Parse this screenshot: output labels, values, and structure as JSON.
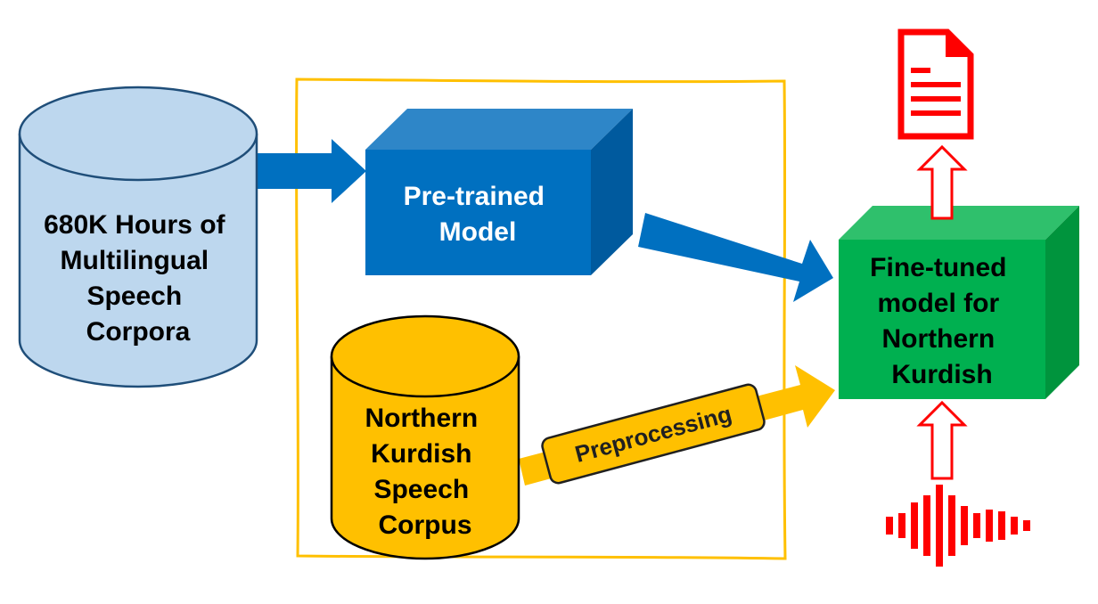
{
  "nodes": {
    "multilingual_corpora": {
      "lines": [
        "680K Hours of",
        "Multilingual",
        "Speech",
        "Corpora"
      ]
    },
    "pretrained_model": {
      "lines": [
        "Pre-trained",
        "Model"
      ]
    },
    "kurdish_corpus": {
      "lines": [
        "Northern",
        "Kurdish",
        "Speech",
        "Corpus"
      ]
    },
    "finetuned_model": {
      "lines": [
        "Fine-tuned",
        "model for",
        "Northern",
        "Kurdish"
      ]
    },
    "preprocessing": {
      "label": "Preprocessing"
    }
  },
  "icons": {
    "output": "document-icon",
    "input": "audio-waveform-icon"
  },
  "colors": {
    "light_blue": "#bdd7ee",
    "blue": "#0070c0",
    "gold": "#ffc000",
    "green": "#00b050",
    "red": "#ff0000",
    "frame": "#ffc000"
  }
}
